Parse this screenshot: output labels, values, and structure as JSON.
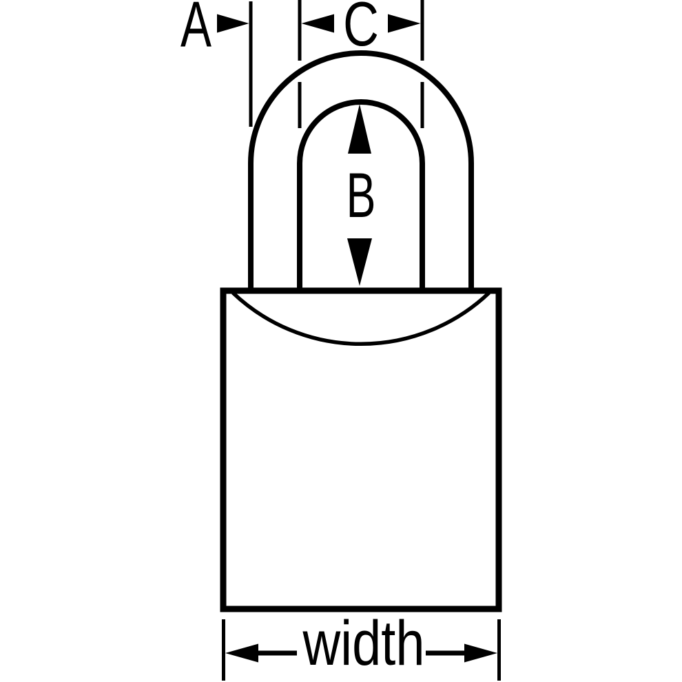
{
  "diagram": {
    "labels": {
      "dim_a": "A",
      "dim_b": "B",
      "dim_c": "C",
      "dim_width": "width"
    },
    "colors": {
      "line": "#000000",
      "background": "#ffffff"
    }
  }
}
